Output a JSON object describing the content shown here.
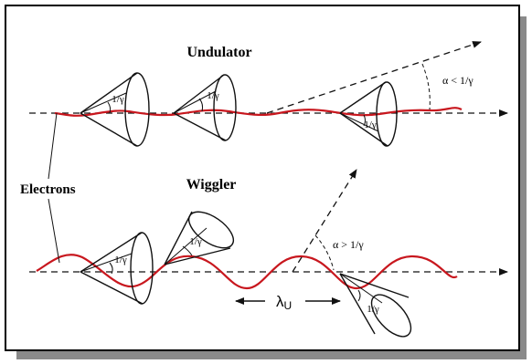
{
  "labels": {
    "undulator": "Undulator",
    "wiggler": "Wiggler",
    "electrons": "Electrons",
    "cone_angle": "1/γ",
    "alpha_less": "α < 1/γ",
    "alpha_greater": "α > 1/γ",
    "period_symbol": "λ",
    "period_subscript": "U"
  },
  "colors": {
    "trajectory": "#c8171e",
    "ink": "#111111",
    "frame_shadow": "#8a8a8a",
    "background": "#ffffff"
  }
}
